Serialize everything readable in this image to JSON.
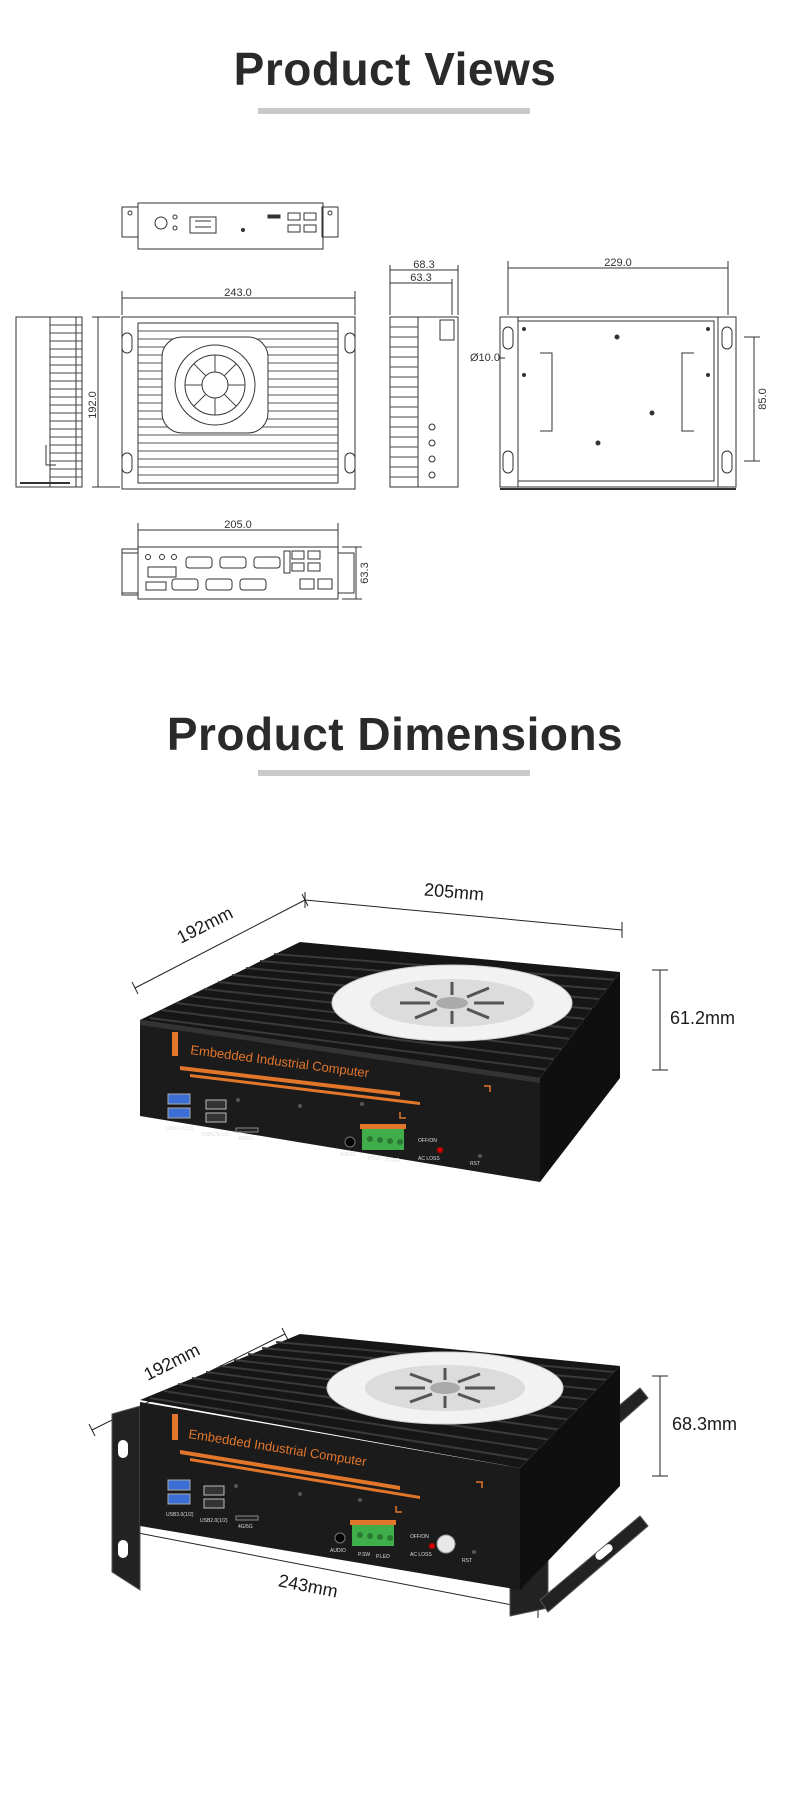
{
  "views_section": {
    "title": "Product Views",
    "drawing_dims": {
      "front_width": "243.0",
      "front_height": "192.0",
      "side_depth_outer": "68.3",
      "side_depth_inner": "63.3",
      "back_width": "229.0",
      "hole_dia": "Ø10.0",
      "hole_spacing": "85.0",
      "io_width": "205.0",
      "io_height": "63.3"
    }
  },
  "dimensions_section": {
    "title": "Product Dimensions",
    "product1": {
      "brand_text": "Embedded Industrial Computer",
      "depth": "192mm",
      "width": "205mm",
      "height": "61.2mm",
      "port_labels": {
        "usb3": "USB3.0(1/2)",
        "usb2": "USB2.0(1/2)",
        "sd": "4G/5G",
        "audio": "AUDIO",
        "pw": "P.SW",
        "pled": "P.LED",
        "offon": "OFF/ON",
        "acloss": "AC LOSS",
        "rst": "RST"
      }
    },
    "product2": {
      "brand_text": "Embedded Industrial Computer",
      "depth": "192mm",
      "width": "243mm",
      "height": "68.3mm",
      "port_labels": {
        "usb3": "USB3.0(1/2)",
        "usb2": "USB2.0(1/2)",
        "sd": "4G/5G",
        "audio": "AUDIO",
        "pw": "P.SW",
        "pled": "P.LED",
        "offon": "OFF/ON",
        "acloss": "AC LOSS",
        "rst": "RST"
      }
    }
  },
  "colors": {
    "accent_orange": "#e2762a",
    "chassis_black": "#1b1b1b",
    "terminal_green": "#3fae4a",
    "title_bar_gray": "#c9c9c9"
  }
}
